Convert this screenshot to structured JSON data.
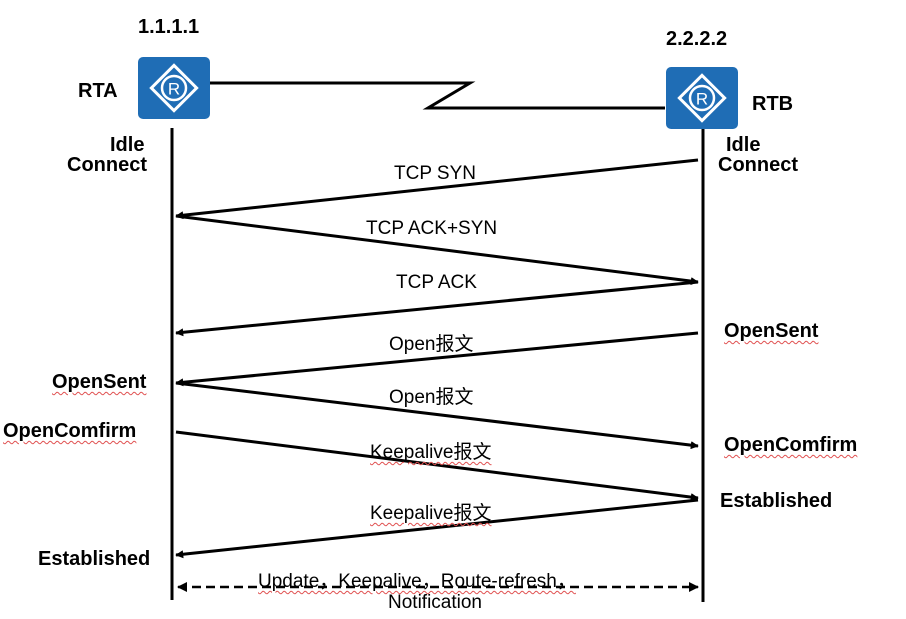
{
  "routers": {
    "rta": {
      "ip": "1.1.1.1",
      "name": "RTA",
      "icon": "router-icon"
    },
    "rtb": {
      "ip": "2.2.2.2",
      "name": "RTB",
      "icon": "router-icon"
    }
  },
  "states": {
    "rta_idle": "Idle",
    "rta_connect": "Connect",
    "rtb_idle": "Idle",
    "rtb_connect": "Connect",
    "rtb_opensent": "OpenSent",
    "rta_opensent": "OpenSent",
    "rta_openconfirm": "OpenComfirm",
    "rtb_openconfirm": "OpenComfirm",
    "rtb_established": "Established",
    "rta_established": "Established"
  },
  "messages": {
    "tcp_syn": "TCP SYN",
    "tcp_ack_syn": "TCP ACK+SYN",
    "tcp_ack": "TCP ACK",
    "open_1": "Open报文",
    "open_2": "Open报文",
    "keepalive_1": "Keepalive报文",
    "keepalive_2": "Keepalive报文",
    "update_line1": "Update，Keepalive，Route-refresh，",
    "update_line2": "Notification"
  },
  "colors": {
    "router": "#1f6db5",
    "line": "#000000",
    "squiggle": "#e05050"
  }
}
